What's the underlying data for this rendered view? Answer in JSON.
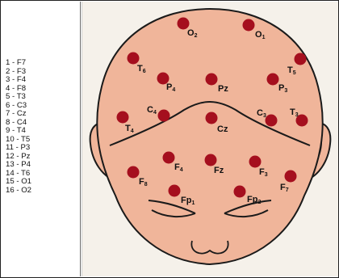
{
  "legend": {
    "items": [
      "1 - F7",
      "2 - F3",
      "3 - F4",
      "4 - F8",
      "5 - T3",
      "6 - C3",
      "7 - Cz",
      "8 - C4",
      "9 - T4",
      "10 - T5",
      "11 - P3",
      "12 - Pz",
      "13 - P4",
      "14 - T6",
      "15 - O1",
      "16 - O2"
    ]
  },
  "electrodes": [
    {
      "id": "O2",
      "main": "O",
      "sub": "2"
    },
    {
      "id": "O1",
      "main": "O",
      "sub": "1"
    },
    {
      "id": "T6",
      "main": "T",
      "sub": "6"
    },
    {
      "id": "T5",
      "main": "T",
      "sub": "5"
    },
    {
      "id": "P4",
      "main": "P",
      "sub": "4"
    },
    {
      "id": "Pz",
      "main": "Pz",
      "sub": ""
    },
    {
      "id": "P3",
      "main": "P",
      "sub": "3"
    },
    {
      "id": "C4",
      "main": "C",
      "sub": "4"
    },
    {
      "id": "C3",
      "main": "C",
      "sub": "3"
    },
    {
      "id": "T4",
      "main": "T",
      "sub": "4"
    },
    {
      "id": "T3",
      "main": "T",
      "sub": "3"
    },
    {
      "id": "Cz",
      "main": "Cz",
      "sub": ""
    },
    {
      "id": "F4",
      "main": "F",
      "sub": "4"
    },
    {
      "id": "Fz",
      "main": "Fz",
      "sub": ""
    },
    {
      "id": "F3",
      "main": "F",
      "sub": "3"
    },
    {
      "id": "F8",
      "main": "F",
      "sub": "8"
    },
    {
      "id": "F7",
      "main": "F",
      "sub": "7"
    },
    {
      "id": "Fp1",
      "main": "Fp",
      "sub": "1"
    },
    {
      "id": "Fp2",
      "main": "Fp",
      "sub": "2"
    }
  ],
  "colors": {
    "skin": "#f0b59a",
    "electrode": "#a50f1e",
    "outline": "#1a1a1a"
  }
}
